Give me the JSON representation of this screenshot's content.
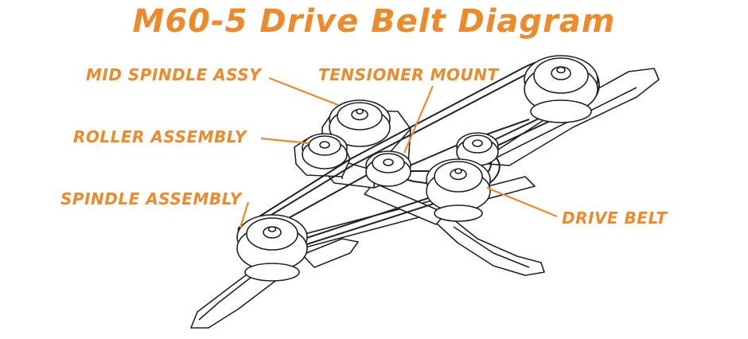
{
  "title": "M60-5 Drive Belt Diagram",
  "labels": {
    "mid_spindle": "MID SPINDLE ASSY",
    "tensioner": "TENSIONER MOUNT",
    "roller": "ROLLER ASSEMBLY",
    "spindle": "SPINDLE ASSEMBLY",
    "drive_belt": "DRIVE BELT"
  },
  "colors": {
    "accent": "#ee8a2a",
    "line": "#222222",
    "fill": "#ffffff"
  }
}
